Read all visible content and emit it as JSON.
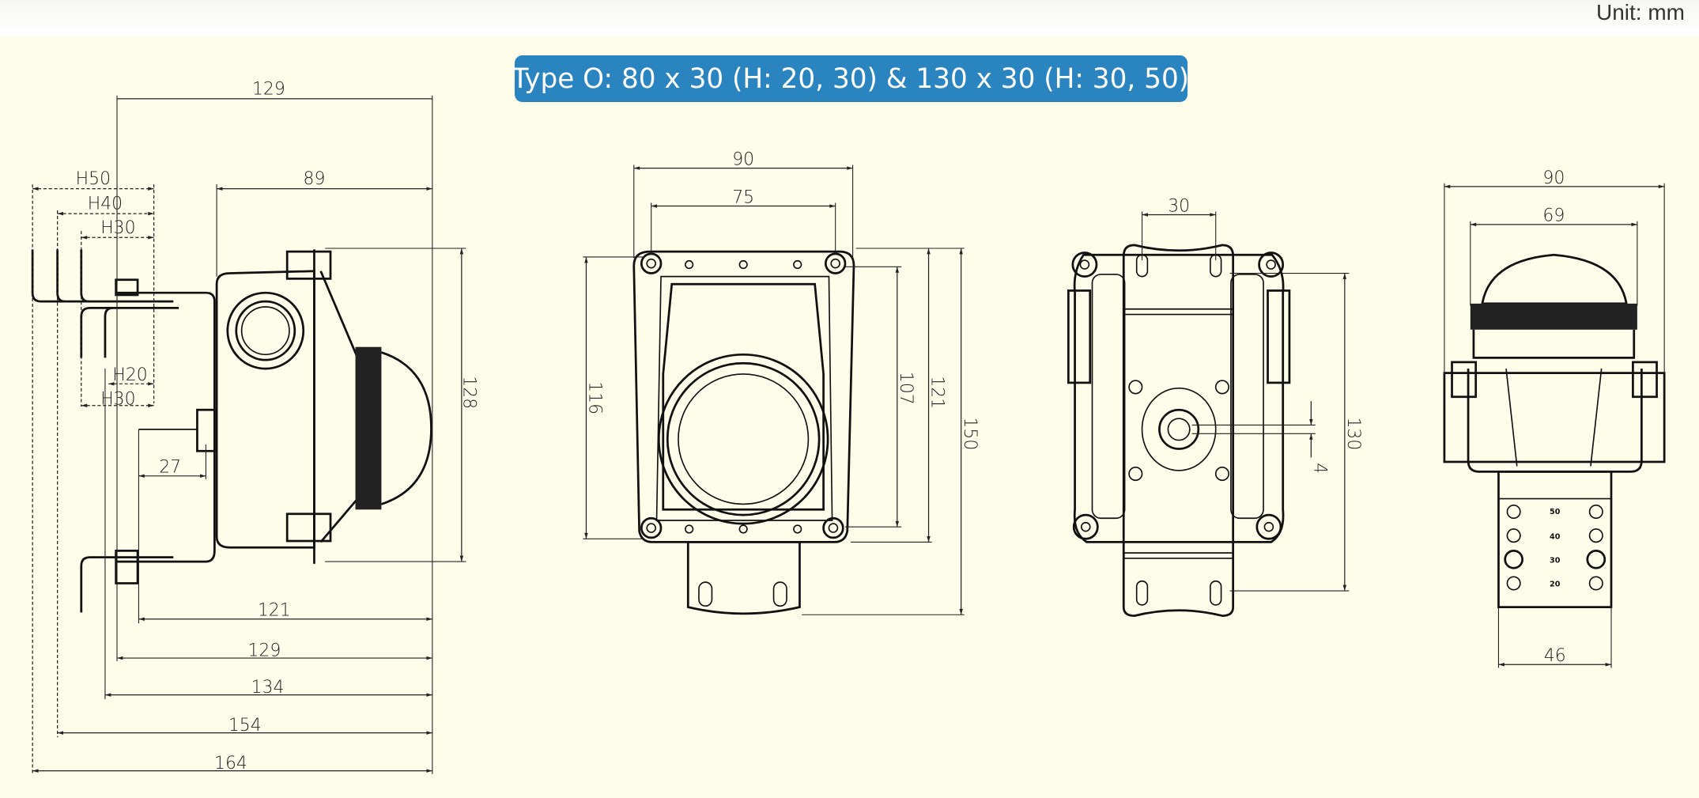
{
  "unit_label": "Unit: mm",
  "title_badge": {
    "text": "Type O: 80 x 30 (H: 20, 30) & 130 x 30 (H: 30, 50)",
    "color": "#2a84c0"
  },
  "side_view": {
    "dims": {
      "top_129": "129",
      "d89": "89",
      "h50": "H50",
      "h40": "H40",
      "h30_top": "H30",
      "h20": "H20",
      "h30_bottom": "H30",
      "d27": "27",
      "d128": "128",
      "d121": "121",
      "d129": "129",
      "d134": "134",
      "d154": "154",
      "d164": "164"
    }
  },
  "front_view": {
    "dims": {
      "d90": "90",
      "d75": "75",
      "d116": "116",
      "d107": "107",
      "d121": "121",
      "d150": "150"
    }
  },
  "rear_view": {
    "dims": {
      "d30": "30",
      "d130": "130",
      "d4": "4"
    }
  },
  "end_view": {
    "dims": {
      "d90": "90",
      "d69": "69",
      "d46": "46"
    },
    "bracket_marks": [
      "50",
      "40",
      "30",
      "20"
    ]
  }
}
